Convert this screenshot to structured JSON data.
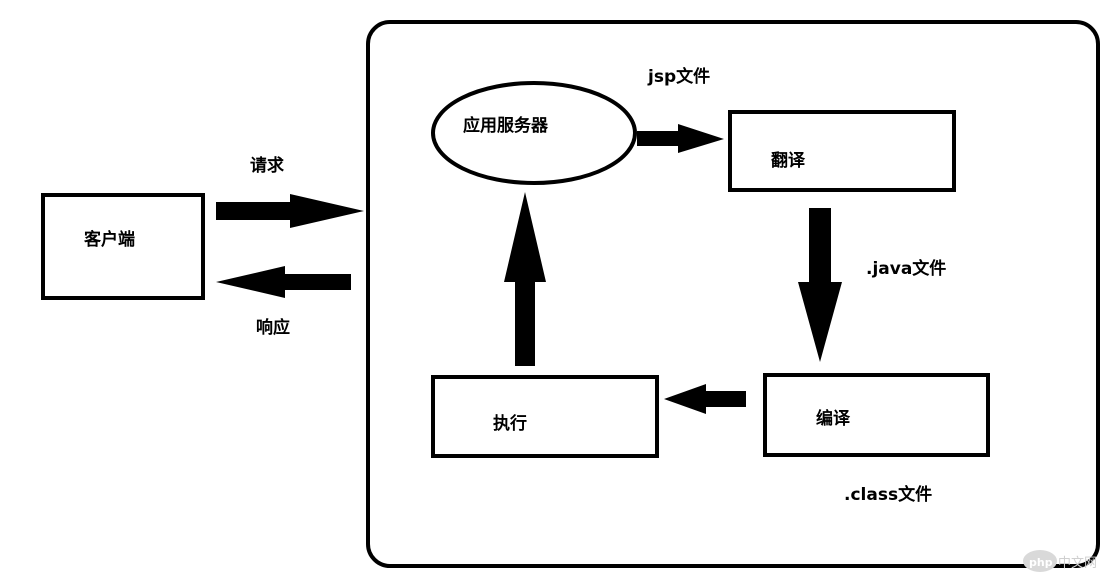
{
  "nodes": {
    "client": "客户端",
    "app_server": "应用服务器",
    "translate": "翻译",
    "compile": "编译",
    "execute": "执行"
  },
  "edge_labels": {
    "request": "请求",
    "response": "响应",
    "jsp_file": "jsp文件",
    "java_file": ".java文件",
    "class_file": ".class文件"
  },
  "watermark": "php中文网"
}
